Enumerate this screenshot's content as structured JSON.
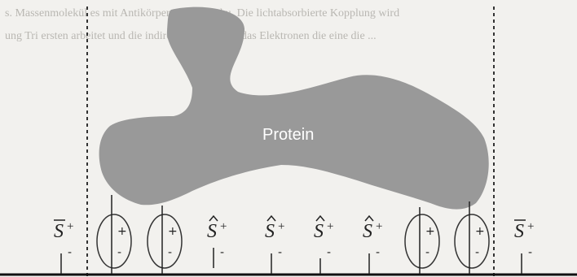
{
  "background_text": {
    "line1": "s. Massenmolekül es mit Antikörpern oder wird u. Die lichtabsorbierte Kopplung wird",
    "line2": "ung Tri ersten arbeitet und die indirekte Belichtung das Elektronen die eine die ..."
  },
  "protein": {
    "label": "Protein",
    "color": "#999999"
  },
  "site_groups": [
    {
      "type": "S-bar",
      "base": "S",
      "accent": "‾",
      "sup": "+",
      "lower": "-"
    },
    {
      "type": "pair",
      "upper": "+",
      "lower": "-"
    },
    {
      "type": "pair",
      "upper": "+",
      "lower": "-"
    },
    {
      "type": "S-hat",
      "base": "S",
      "accent": "^",
      "sup": "+",
      "lower": "-"
    },
    {
      "type": "S-hat",
      "base": "S",
      "accent": "^",
      "sup": "+",
      "lower": "-"
    },
    {
      "type": "S-hat",
      "base": "S",
      "accent": "^",
      "sup": "+",
      "lower": "-"
    },
    {
      "type": "S-hat",
      "base": "S",
      "accent": "^",
      "sup": "+",
      "lower": "-"
    },
    {
      "type": "pair",
      "upper": "+",
      "lower": "-"
    },
    {
      "type": "pair",
      "upper": "+",
      "lower": "-"
    },
    {
      "type": "S-bar",
      "base": "S",
      "accent": "‾",
      "sup": "+",
      "lower": "-"
    }
  ]
}
